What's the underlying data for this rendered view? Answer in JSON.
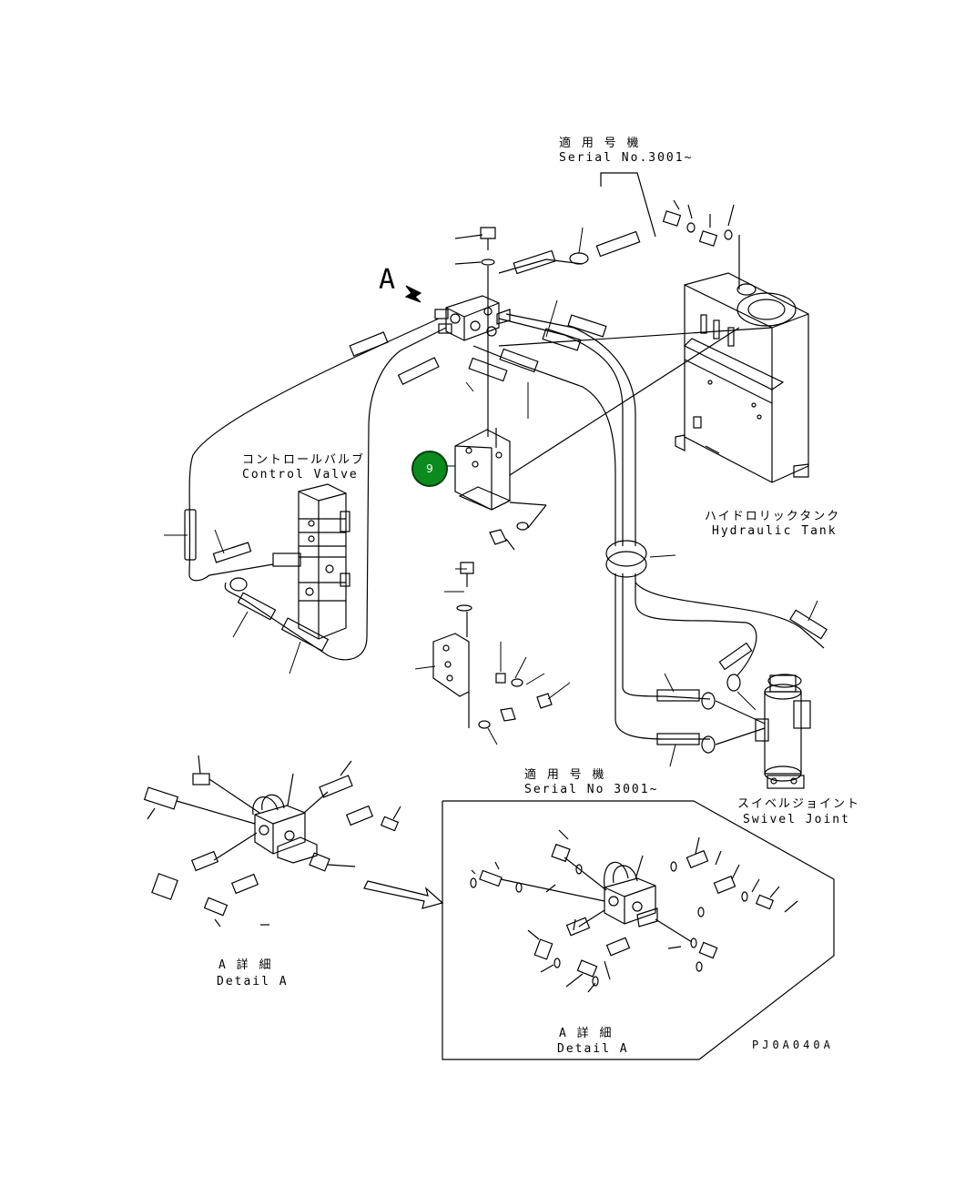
{
  "labels": {
    "serial_top_jp": "適 用 号 機",
    "serial_top_en": "Serial No.3001~",
    "view_arrow": "A",
    "control_valve_jp": "コントロールバルブ",
    "control_valve_en": "Control Valve",
    "hydraulic_tank_jp": "ハイドロリックタンク",
    "hydraulic_tank_en": "Hydraulic Tank",
    "swivel_joint_jp": "スイベルジョイント",
    "swivel_joint_en": "Swivel Joint",
    "detail_a_left_jp": "A 詳 細",
    "detail_a_left_en": "Detail A",
    "serial_box_jp": "適 用 号 機",
    "serial_box_en": "Serial No 3001~",
    "detail_a_box_jp": "A 詳 細",
    "detail_a_box_en": "Detail A",
    "drawing_code": "PJ0A040A"
  },
  "callout": {
    "number": "9",
    "color": "#0b8a1e"
  }
}
